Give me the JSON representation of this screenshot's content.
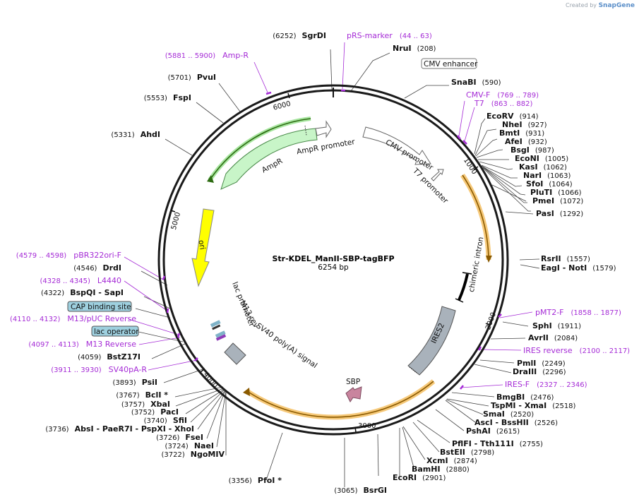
{
  "credit": {
    "prefix": "Created by",
    "brand": "SnapGene"
  },
  "plasmid": {
    "name": "Str-KDEL_ManII-SBP-tagBFP",
    "length_label": "6254 bp",
    "length": 6254
  },
  "ticks": [
    "1000",
    "2000",
    "3000",
    "4000",
    "5000",
    "6000"
  ],
  "colors": {
    "ring": "#1a1a1a",
    "purple": "#a52bd6",
    "ampr": "#c8f5c8",
    "ori": "#ffff00",
    "ires": "#a9b2bb",
    "sbp": "#c9849e",
    "orf": "#f6c97a"
  },
  "sites_right": [
    {
      "name": "NruI",
      "pos": "(208)",
      "bp": 208
    },
    {
      "name": "SnaBI",
      "pos": "(590)",
      "bp": 590
    },
    {
      "name": "EcoRV",
      "pos": "(914)",
      "bp": 914
    },
    {
      "name": "NheI",
      "pos": "(927)",
      "bp": 927
    },
    {
      "name": "BmtI",
      "pos": "(931)",
      "bp": 931
    },
    {
      "name": "AfeI",
      "pos": "(932)",
      "bp": 932
    },
    {
      "name": "BsgI",
      "pos": "(987)",
      "bp": 987
    },
    {
      "name": "EcoNI",
      "pos": "(1005)",
      "bp": 1005
    },
    {
      "name": "KasI",
      "pos": "(1062)",
      "bp": 1062
    },
    {
      "name": "NarI",
      "pos": "(1063)",
      "bp": 1063
    },
    {
      "name": "SfoI",
      "pos": "(1064)",
      "bp": 1064
    },
    {
      "name": "PluTI",
      "pos": "(1066)",
      "bp": 1066
    },
    {
      "name": "PmeI",
      "pos": "(1072)",
      "bp": 1072
    },
    {
      "name": "PasI",
      "pos": "(1292)",
      "bp": 1292
    },
    {
      "name": "RsrII",
      "pos": "(1557)",
      "bp": 1557
    },
    {
      "name": "EagI - NotI",
      "pos": "(1579)",
      "bp": 1579
    },
    {
      "name": "SphI",
      "pos": "(1911)",
      "bp": 1911
    },
    {
      "name": "AvrII",
      "pos": "(2084)",
      "bp": 2084
    },
    {
      "name": "PmlI",
      "pos": "(2249)",
      "bp": 2249
    },
    {
      "name": "DraIII",
      "pos": "(2296)",
      "bp": 2296
    },
    {
      "name": "BmgBI",
      "pos": "(2476)",
      "bp": 2476
    },
    {
      "name": "TspMI - XmaI",
      "pos": "(2518)",
      "bp": 2518
    },
    {
      "name": "SmaI",
      "pos": "(2520)",
      "bp": 2520
    },
    {
      "name": "AscI - BssHII",
      "pos": "(2526)",
      "bp": 2526
    },
    {
      "name": "PshAI",
      "pos": "(2615)",
      "bp": 2615
    },
    {
      "name": "PflFI - Tth111I",
      "pos": "(2755)",
      "bp": 2755
    },
    {
      "name": "BstEII",
      "pos": "(2798)",
      "bp": 2798
    },
    {
      "name": "XcmI",
      "pos": "(2874)",
      "bp": 2874
    },
    {
      "name": "BamHI",
      "pos": "(2880)",
      "bp": 2880
    },
    {
      "name": "EcoRI",
      "pos": "(2901)",
      "bp": 2901
    }
  ],
  "sites_left": [
    {
      "name": "SgrDI",
      "pos": "(6252)",
      "bp": 6252
    },
    {
      "name": "PvuI",
      "pos": "(5701)",
      "bp": 5701
    },
    {
      "name": "FspI",
      "pos": "(5553)",
      "bp": 5553
    },
    {
      "name": "AhdI",
      "pos": "(5331)",
      "bp": 5331
    },
    {
      "name": "DrdI",
      "pos": "(4546)",
      "bp": 4546
    },
    {
      "name": "BspQI - SapI",
      "pos": "(4322)",
      "bp": 4322
    },
    {
      "name": "BstZ17I",
      "pos": "(4059)",
      "bp": 4059
    },
    {
      "name": "PsiI",
      "pos": "(3893)",
      "bp": 3893
    },
    {
      "name": "BclI *",
      "pos": "(3767)",
      "bp": 3767
    },
    {
      "name": "XbaI",
      "pos": "(3757)",
      "bp": 3757
    },
    {
      "name": "PacI",
      "pos": "(3752)",
      "bp": 3752
    },
    {
      "name": "SfiI",
      "pos": "(3740)",
      "bp": 3740
    },
    {
      "name": "AbsI - PaeR7I - PspXI - XhoI",
      "pos": "(3736)",
      "bp": 3736
    },
    {
      "name": "FseI",
      "pos": "(3726)",
      "bp": 3726
    },
    {
      "name": "NaeI",
      "pos": "(3724)",
      "bp": 3724
    },
    {
      "name": "NgoMIV",
      "pos": "(3722)",
      "bp": 3722
    },
    {
      "name": "PfoI *",
      "pos": "(3356)",
      "bp": 3356
    },
    {
      "name": "BsrGI",
      "pos": "(3065)",
      "bp": 3065
    }
  ],
  "primers": [
    {
      "name": "pRS-marker",
      "range": "(44 .. 63)"
    },
    {
      "name": "Amp-R",
      "range": "(5881 .. 5900)"
    },
    {
      "name": "CMV-F",
      "range": "(769 .. 789)"
    },
    {
      "name": "T7",
      "range": "(863 .. 882)"
    },
    {
      "name": "pMT2-F",
      "range": "(1858 .. 1877)"
    },
    {
      "name": "IRES reverse",
      "range": "(2100 .. 2117)"
    },
    {
      "name": "IRES-F",
      "range": "(2327 .. 2346)"
    },
    {
      "name": "pBR322ori-F",
      "range": "(4579 .. 4598)"
    },
    {
      "name": "L4440",
      "range": "(4328 .. 4345)"
    },
    {
      "name": "M13/pUC Reverse",
      "range": "(4110 .. 4132)"
    },
    {
      "name": "M13 Reverse",
      "range": "(4097 .. 4113)"
    },
    {
      "name": "SV40pA-R",
      "range": "(3911 .. 3930)"
    }
  ],
  "boxed": [
    "CMV enhancer",
    "CAP binding site",
    "lac operator"
  ],
  "features": {
    "ampr_promoter": "AmpR promoter",
    "ampr": "AmpR",
    "cmv_promoter": "CMV promoter",
    "t7_promoter": "T7 promoter",
    "ori": "ori",
    "lac_promoter": "lac promoter",
    "m13_rev": "M13 rev",
    "sv40": "SV40 poly(A) signal",
    "chimeric_intron": "chimeric intron",
    "ires2": "IRES2",
    "sbp": "SBP"
  }
}
